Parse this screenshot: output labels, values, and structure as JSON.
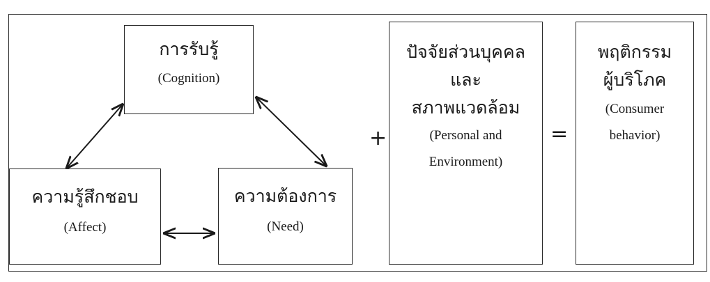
{
  "cognition": {
    "thai": "การรับรู้",
    "english": "(Cognition)"
  },
  "affect": {
    "thai": "ความรู้สึกชอบ",
    "english": "(Affect)"
  },
  "need": {
    "thai": "ความต้องการ",
    "english": "(Need)"
  },
  "personal_environment": {
    "lines": [
      "ปัจจัยส่วนบุคคล",
      "และ",
      "สภาพแวดล้อม"
    ],
    "english_lines": [
      "(Personal and",
      "Environment)"
    ]
  },
  "consumer_behavior": {
    "lines": [
      "พฤติกรรม",
      "ผู้บริโภค"
    ],
    "english_lines": [
      "(Consumer",
      "behavior)"
    ]
  },
  "operators": {
    "plus": "+",
    "equals": "="
  },
  "colors": {
    "line": "#2a2a2a",
    "text": "#1a1a1a"
  }
}
